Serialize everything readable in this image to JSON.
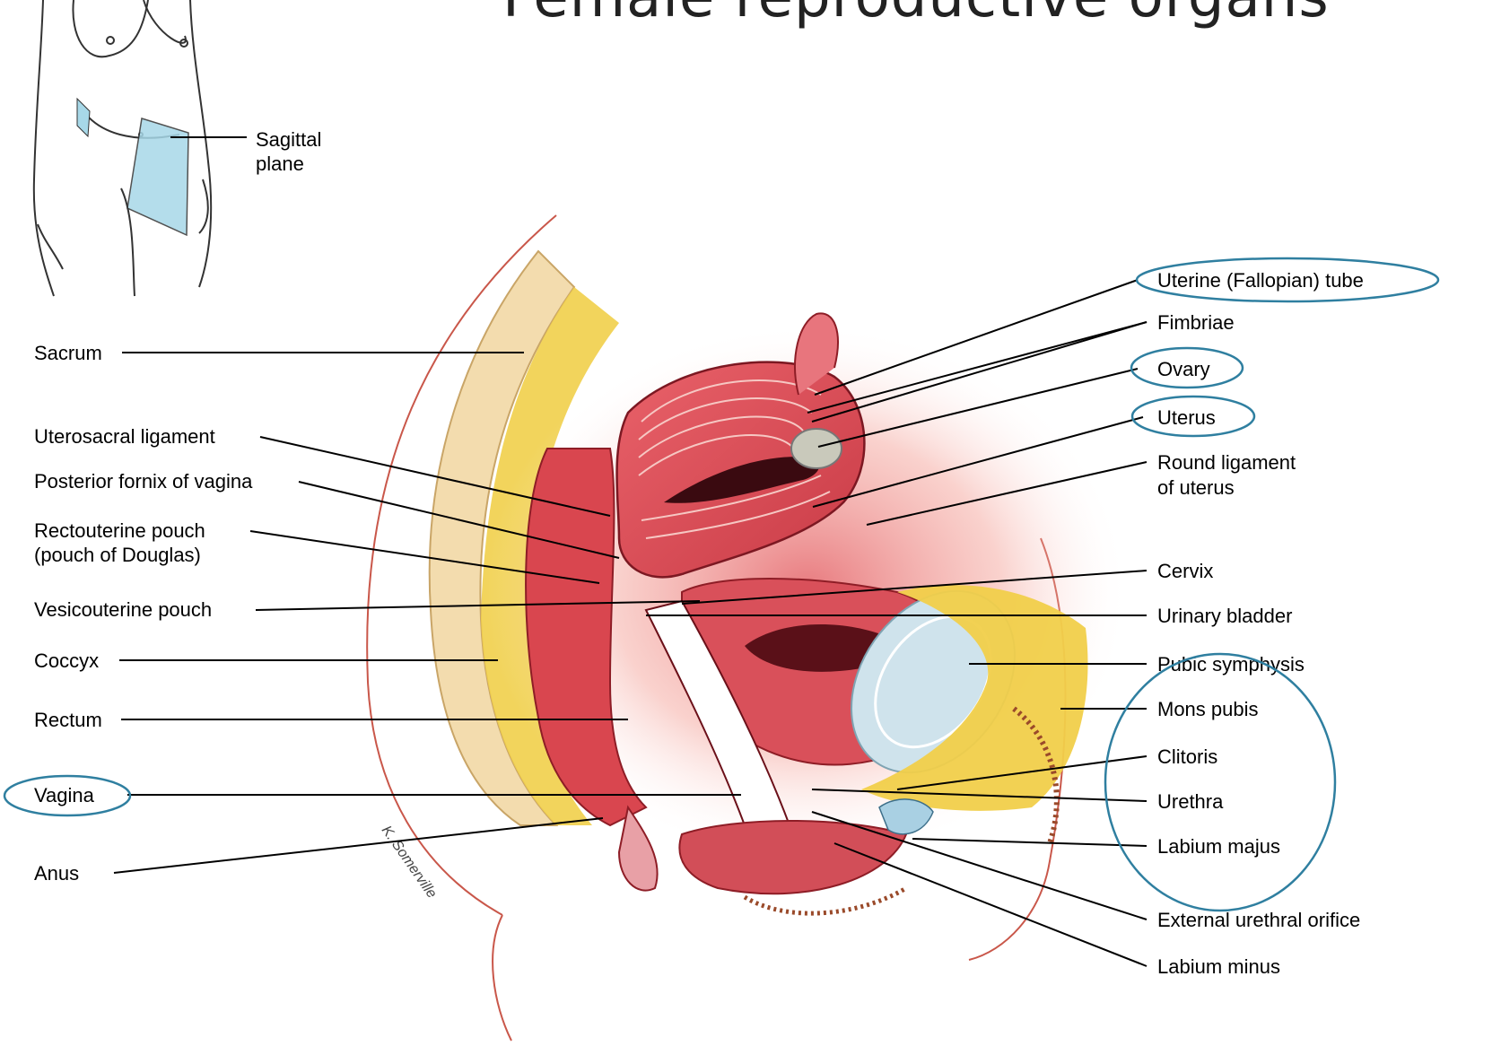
{
  "title": "Female reproductive organs",
  "inset": {
    "label_line1": "Sagittal",
    "label_line2": "plane"
  },
  "labels_left": [
    "Sacrum",
    "Uterosacral ligament",
    "Posterior fornix of vagina",
    "Rectouterine pouch",
    "(pouch of Douglas)",
    "Vesicouterine pouch",
    "Coccyx",
    "Rectum",
    "Vagina",
    "Anus"
  ],
  "labels_right": [
    "Uterine (Fallopian) tube",
    "Fimbriae",
    "Ovary",
    "Uterus",
    "Round ligament",
    "of uterus",
    "Cervix",
    "Urinary bladder",
    "Pubic symphysis",
    "Mons pubis",
    "Clitoris",
    "Urethra",
    "Labium majus",
    "External urethral orifice",
    "Labium minus"
  ],
  "signature": "K. Somerville",
  "colors": {
    "highlight_circle": "#2f7fa0",
    "tissue_red": "#e2545a",
    "fat_yellow": "#f1cf4a",
    "bone_tan": "#f3dcae",
    "cartilage_blue": "#cfe3ec"
  }
}
